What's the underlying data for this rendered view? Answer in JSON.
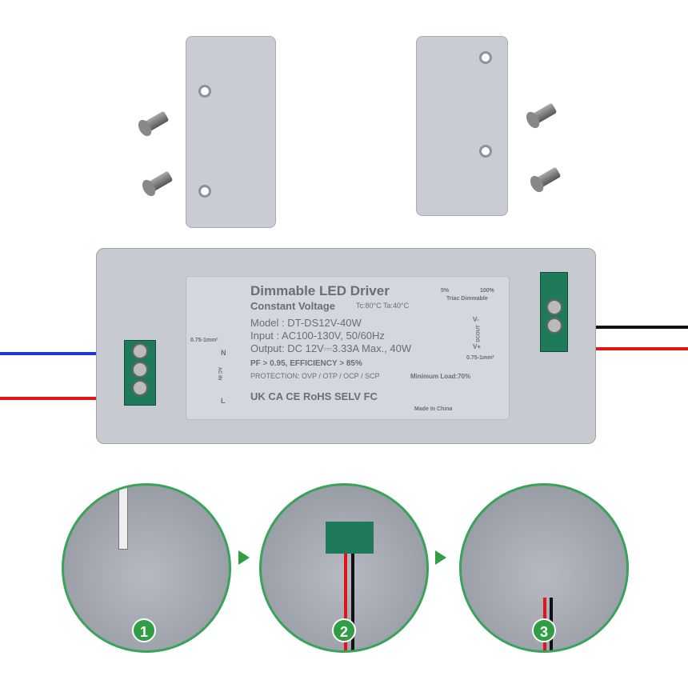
{
  "label": {
    "title": "Dimmable LED Driver",
    "subtitle": "Constant Voltage",
    "temps": "Tc:80°C  Ta:40°C",
    "dim_min": "5%",
    "dim_max": "100%",
    "dim_type": "Triac Dimmable",
    "model": "Model : DT-DS12V-40W",
    "input": "Input   : AC100-130V,  50/60Hz",
    "output": "Output: DC 12V⎓3.33A Max., 40W",
    "pf": "PF > 0.95, EFFICIENCY > 85%",
    "protection": "PROTECTION: OVP / OTP / OCP / SCP",
    "min_load": "Minimum Load:70%",
    "wire_gauge_in": "0.75-1mm²",
    "wire_gauge_out": "0.75-1mm²",
    "in_n": "N",
    "in_l": "L",
    "ac_in": "AC IN",
    "out_neg": "V-",
    "out_pos": "V+",
    "dc_out": "DCOUT",
    "certs": "UK CA  CE  RoHS  SELV  FC",
    "made_in": "Made In China"
  },
  "steps": [
    "1",
    "2",
    "3"
  ],
  "colors": {
    "accent": "#2f9e44",
    "housing": "#c7cad1"
  }
}
